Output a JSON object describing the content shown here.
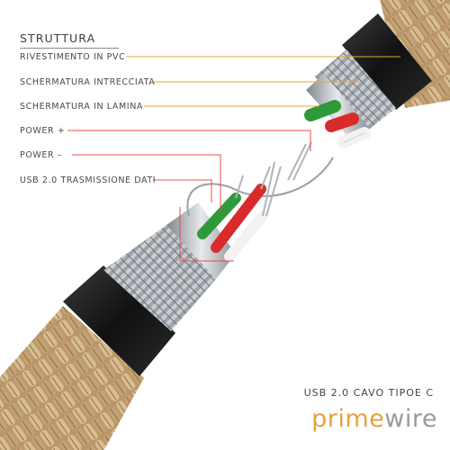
{
  "title": "STRUTTURA",
  "labels": [
    {
      "text": "RIVESTIMENTO IN PVC",
      "line_color": "#f2a23a"
    },
    {
      "text": "SCHERMATURA INTRECCIATA",
      "line_color": "#f2a23a"
    },
    {
      "text": "SCHERMATURA IN LAMINA",
      "line_color": "#f2a23a"
    },
    {
      "text": "POWER +",
      "line_color": "#e84c4c"
    },
    {
      "text": "POWER –",
      "line_color": "#e84c4c"
    },
    {
      "text": "USB 2.0 TRASMISSIONE DATI",
      "line_color": "#e84c4c"
    }
  ],
  "product_label": "USB 2.0 CAVO TIPOE C",
  "brand": {
    "part1": "prime",
    "part2": "wire"
  },
  "colors": {
    "wire_red": "#d92b2b",
    "wire_green": "#2e9a3a",
    "wire_white": "#f2f2f2",
    "jacket_black": "#1a1a1a",
    "braid_tan": "#c9a97a"
  }
}
